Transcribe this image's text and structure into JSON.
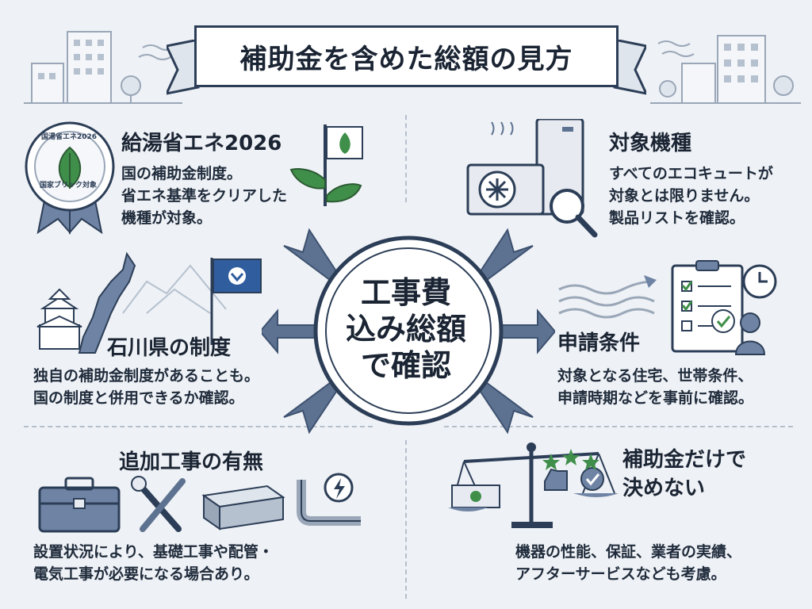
{
  "title": "補助金を含めた総額の見方",
  "center": {
    "line1": "工事費",
    "line2": "込み総額",
    "line3": "で確認"
  },
  "sections": {
    "national": {
      "heading": "給湯省エネ2026",
      "lines": [
        "国の補助金制度。",
        "省エネ基準をクリアした",
        "機種が対象。"
      ],
      "badge_top": "国湯省エネ2026",
      "badge_bottom": "国家ブリック対象"
    },
    "models": {
      "heading": "対象機種",
      "lines": [
        "すべてのエコキュートが",
        "対象とは限りません。",
        "製品リストを確認。"
      ]
    },
    "ishikawa": {
      "heading": "石川県の制度",
      "lines": [
        "独自の補助金制度があることも。",
        "国の制度と併用できるか確認。"
      ]
    },
    "conditions": {
      "heading": "申請条件",
      "lines": [
        "対象となる住宅、世帯条件、",
        "申請時期などを事前に確認。"
      ]
    },
    "extra_work": {
      "heading": "追加工事の有無",
      "lines": [
        "設置状況により、基礎工事や配管・",
        "電気工事が必要になる場合あり。"
      ]
    },
    "not_only_subsidy": {
      "heading_line1": "補助金だけで",
      "heading_line2": "決めない",
      "lines": [
        "機器の性能、保証、業者の実績、",
        "アフターサービスなども考慮。"
      ]
    }
  },
  "colors": {
    "navy": "#2c3e57",
    "arrow": "#5d7290",
    "leaf": "#3f8f4a",
    "flag_blue": "#2f5d9e",
    "background": "#eef1f5"
  }
}
